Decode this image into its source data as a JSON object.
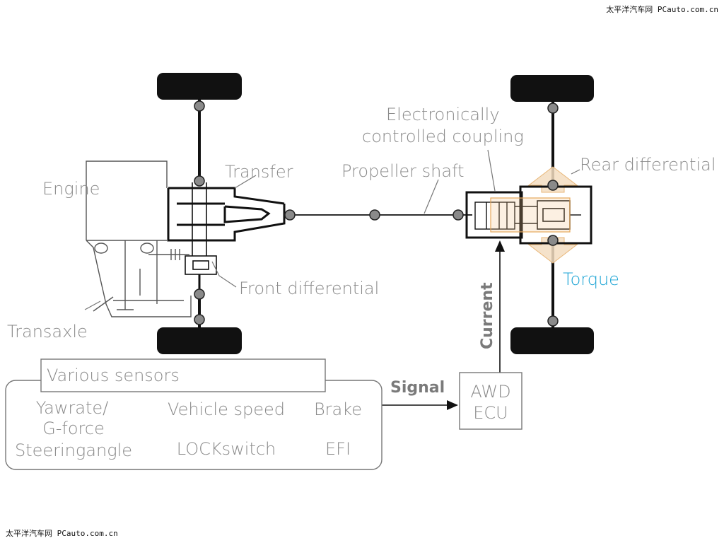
{
  "watermark": {
    "top": "太平洋汽车网 PCauto.com.cn",
    "bottom": "太平洋汽车网 PCauto.com.cn"
  },
  "labels": {
    "engine": "Engine",
    "transfer": "Transfer",
    "transaxle": "Transaxle",
    "front_differential": "Front differential",
    "propeller_shaft": "Propeller shaft",
    "coupling_line1": "Electronically",
    "coupling_line2": "controlled coupling",
    "rear_differential": "Rear differential",
    "torque": "Torque",
    "current": "Current",
    "signal": "Signal",
    "ecu_line1": "AWD",
    "ecu_line2": "ECU"
  },
  "sensors": {
    "title": "Various sensors",
    "items": {
      "yawrate_line1": "Yawrate/",
      "yawrate_line2": "G-force",
      "vehicle_speed": "Vehicle speed",
      "brake": "Brake",
      "steering_angle": "Steeringangle",
      "lock_switch": "LOCKswitch",
      "efi": "EFI"
    }
  },
  "colors": {
    "torque": "#1aa3d4",
    "torque_arrow": "#f2c48a",
    "line": "#111111",
    "gray_line": "#777777",
    "label": "#8a8a8a"
  }
}
